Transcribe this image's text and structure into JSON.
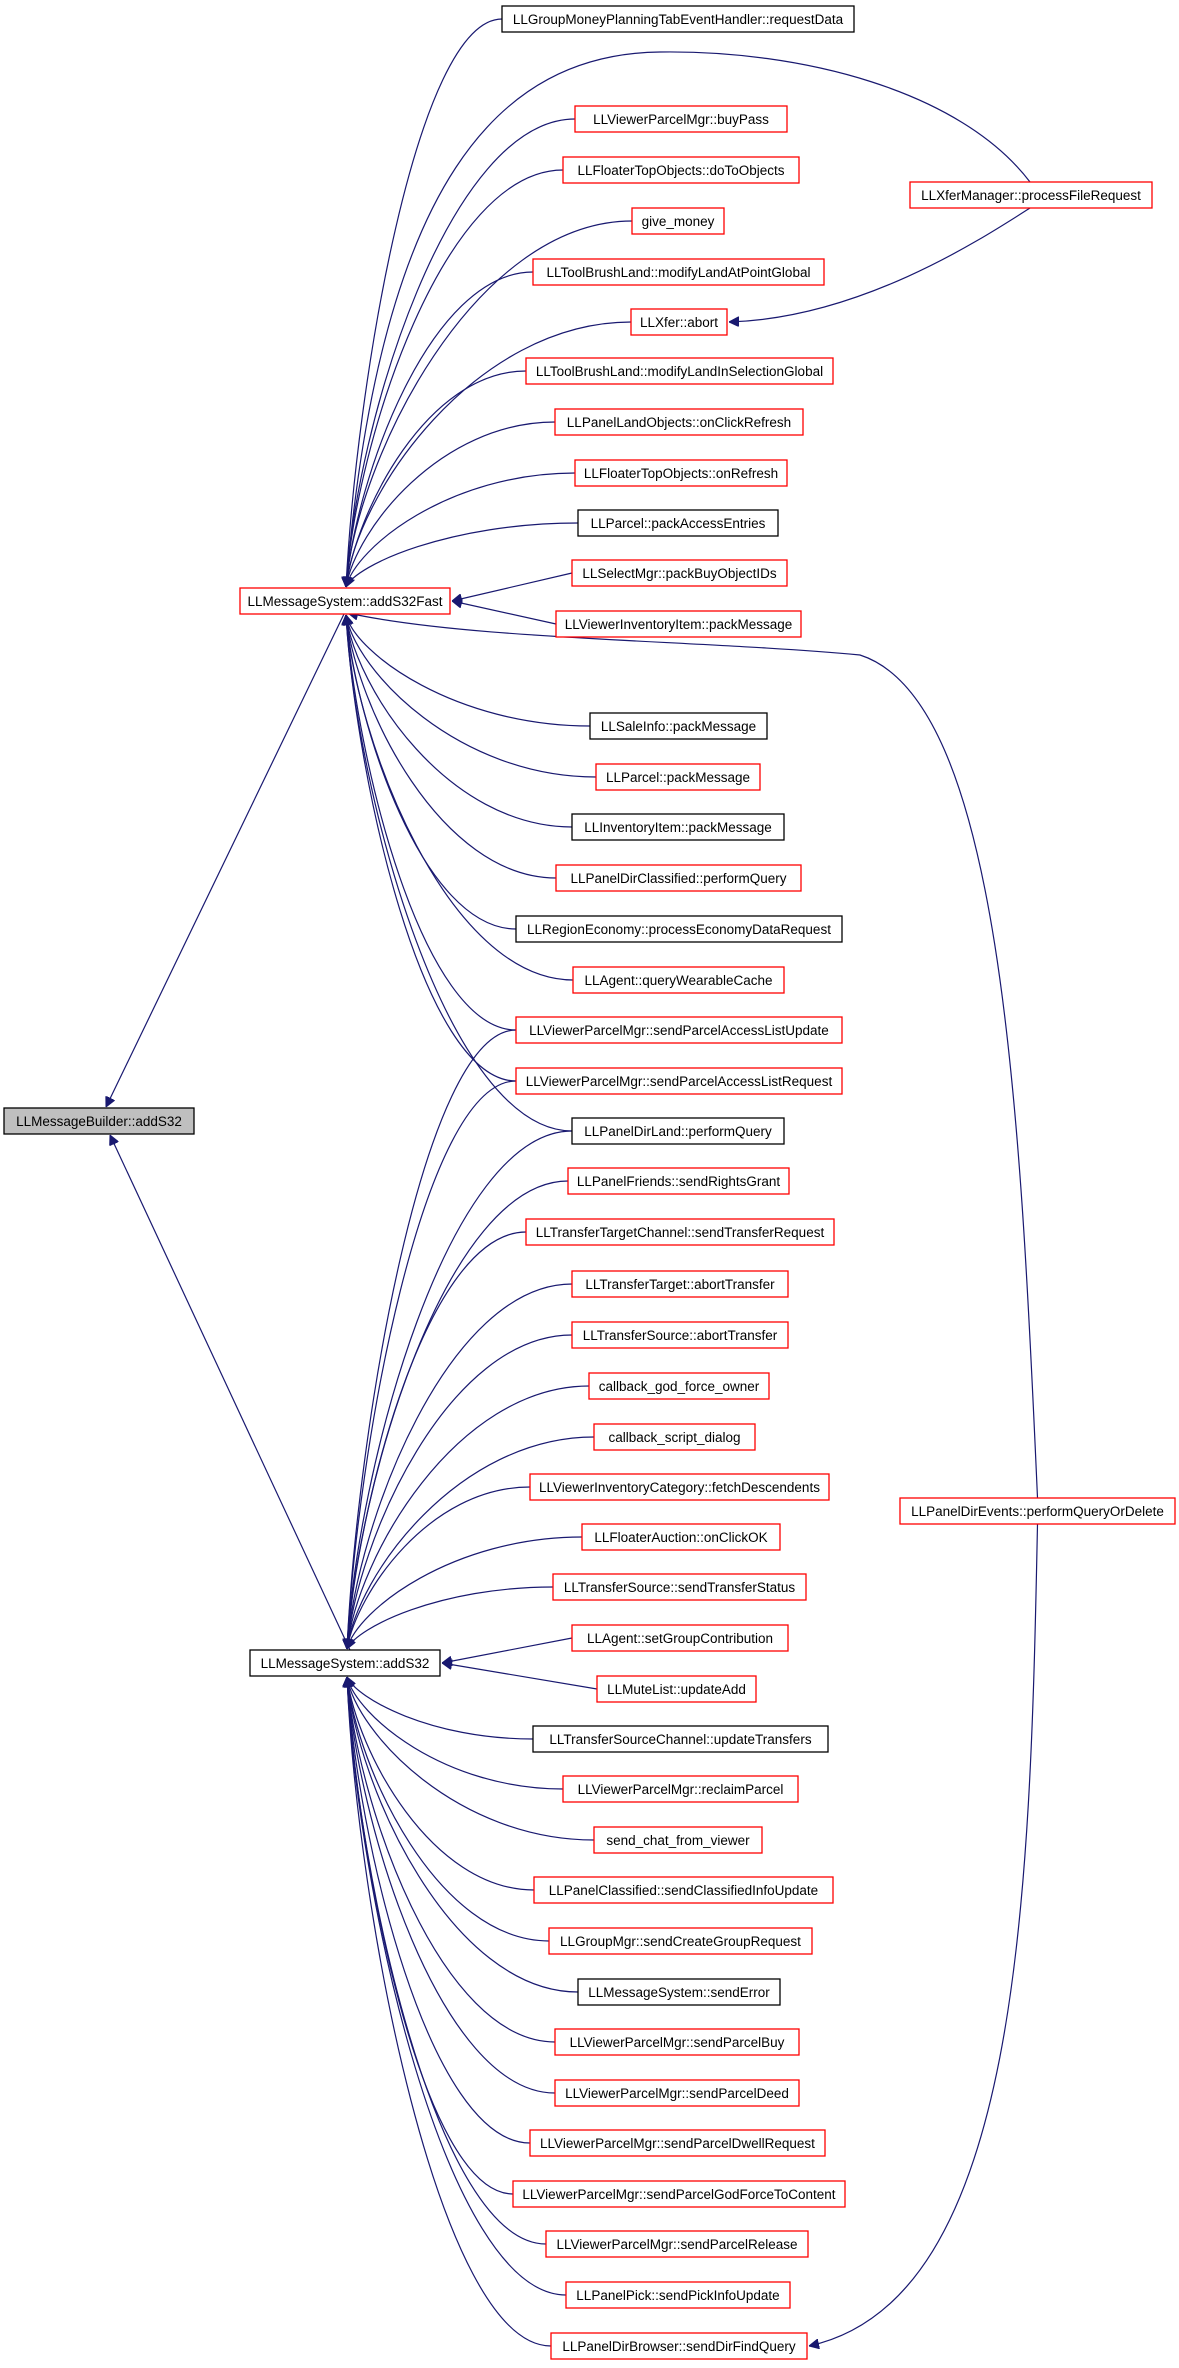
{
  "colors": {
    "edge": "#191970",
    "border_red": "#ff0000",
    "border_black": "#000000",
    "root_fill": "#bfbfbf",
    "node_fill": "#ffffff"
  },
  "nodes": [
    {
      "id": "root",
      "label": "LLMessageBuilder::addS32",
      "border": "black",
      "fill": "gray"
    },
    {
      "id": "fast",
      "label": "LLMessageSystem::addS32Fast",
      "border": "red"
    },
    {
      "id": "s32",
      "label": "LLMessageSystem::addS32",
      "border": "black"
    },
    {
      "id": "xfermgr",
      "label": "LLXferManager::processFileRequest",
      "border": "red"
    },
    {
      "id": "direvents",
      "label": "LLPanelDirEvents::performQueryOrDelete",
      "border": "red"
    },
    {
      "id": "n1",
      "label": "LLGroupMoneyPlanningTabEventHandler::requestData",
      "border": "black"
    },
    {
      "id": "n2",
      "label": "LLViewerParcelMgr::buyPass",
      "border": "red"
    },
    {
      "id": "n3",
      "label": "LLFloaterTopObjects::doToObjects",
      "border": "red"
    },
    {
      "id": "n4",
      "label": "give_money",
      "border": "red"
    },
    {
      "id": "n5",
      "label": "LLToolBrushLand::modifyLandAtPointGlobal",
      "border": "red"
    },
    {
      "id": "n6",
      "label": "LLXfer::abort",
      "border": "red"
    },
    {
      "id": "n7",
      "label": "LLToolBrushLand::modifyLandInSelectionGlobal",
      "border": "red"
    },
    {
      "id": "n8",
      "label": "LLPanelLandObjects::onClickRefresh",
      "border": "red"
    },
    {
      "id": "n9",
      "label": "LLFloaterTopObjects::onRefresh",
      "border": "red"
    },
    {
      "id": "n10",
      "label": "LLParcel::packAccessEntries",
      "border": "black"
    },
    {
      "id": "n11",
      "label": "LLSelectMgr::packBuyObjectIDs",
      "border": "red"
    },
    {
      "id": "n12",
      "label": "LLViewerInventoryItem::packMessage",
      "border": "red"
    },
    {
      "id": "n13",
      "label": "LLSaleInfo::packMessage",
      "border": "black"
    },
    {
      "id": "n14",
      "label": "LLParcel::packMessage",
      "border": "red"
    },
    {
      "id": "n15",
      "label": "LLInventoryItem::packMessage",
      "border": "black"
    },
    {
      "id": "n16",
      "label": "LLPanelDirClassified::performQuery",
      "border": "red"
    },
    {
      "id": "n17",
      "label": "LLRegionEconomy::processEconomyDataRequest",
      "border": "black"
    },
    {
      "id": "n18",
      "label": "LLAgent::queryWearableCache",
      "border": "red"
    },
    {
      "id": "n19",
      "label": "LLViewerParcelMgr::sendParcelAccessListUpdate",
      "border": "red"
    },
    {
      "id": "n20",
      "label": "LLViewerParcelMgr::sendParcelAccessListRequest",
      "border": "red"
    },
    {
      "id": "n21",
      "label": "LLPanelDirLand::performQuery",
      "border": "black"
    },
    {
      "id": "n22",
      "label": "LLPanelFriends::sendRightsGrant",
      "border": "red"
    },
    {
      "id": "n23",
      "label": "LLTransferTargetChannel::sendTransferRequest",
      "border": "red"
    },
    {
      "id": "n24",
      "label": "LLTransferTarget::abortTransfer",
      "border": "red"
    },
    {
      "id": "n25",
      "label": "LLTransferSource::abortTransfer",
      "border": "red"
    },
    {
      "id": "n26",
      "label": "callback_god_force_owner",
      "border": "red"
    },
    {
      "id": "n27",
      "label": "callback_script_dialog",
      "border": "red"
    },
    {
      "id": "n28",
      "label": "LLViewerInventoryCategory::fetchDescendents",
      "border": "red"
    },
    {
      "id": "n29",
      "label": "LLFloaterAuction::onClickOK",
      "border": "red"
    },
    {
      "id": "n30",
      "label": "LLTransferSource::sendTransferStatus",
      "border": "red"
    },
    {
      "id": "n31",
      "label": "LLAgent::setGroupContribution",
      "border": "red"
    },
    {
      "id": "n32",
      "label": "LLMuteList::updateAdd",
      "border": "red"
    },
    {
      "id": "n33",
      "label": "LLTransferSourceChannel::updateTransfers",
      "border": "black"
    },
    {
      "id": "n34",
      "label": "LLViewerParcelMgr::reclaimParcel",
      "border": "red"
    },
    {
      "id": "n35",
      "label": "send_chat_from_viewer",
      "border": "red"
    },
    {
      "id": "n36",
      "label": "LLPanelClassified::sendClassifiedInfoUpdate",
      "border": "red"
    },
    {
      "id": "n37",
      "label": "LLGroupMgr::sendCreateGroupRequest",
      "border": "red"
    },
    {
      "id": "n38",
      "label": "LLMessageSystem::sendError",
      "border": "black"
    },
    {
      "id": "n39",
      "label": "LLViewerParcelMgr::sendParcelBuy",
      "border": "red"
    },
    {
      "id": "n40",
      "label": "LLViewerParcelMgr::sendParcelDeed",
      "border": "red"
    },
    {
      "id": "n41",
      "label": "LLViewerParcelMgr::sendParcelDwellRequest",
      "border": "red"
    },
    {
      "id": "n42",
      "label": "LLViewerParcelMgr::sendParcelGodForceToContent",
      "border": "red"
    },
    {
      "id": "n43",
      "label": "LLViewerParcelMgr::sendParcelRelease",
      "border": "red"
    },
    {
      "id": "n44",
      "label": "LLPanelPick::sendPickInfoUpdate",
      "border": "red"
    },
    {
      "id": "n45",
      "label": "LLPanelDirBrowser::sendDirFindQuery",
      "border": "red"
    }
  ],
  "edges": [
    [
      "fast",
      "root"
    ],
    [
      "s32",
      "root"
    ],
    [
      "n1",
      "fast"
    ],
    [
      "xfermgr",
      "fast"
    ],
    [
      "n2",
      "fast"
    ],
    [
      "n3",
      "fast"
    ],
    [
      "n4",
      "fast"
    ],
    [
      "n5",
      "fast"
    ],
    [
      "n6",
      "fast"
    ],
    [
      "n7",
      "fast"
    ],
    [
      "n8",
      "fast"
    ],
    [
      "n9",
      "fast"
    ],
    [
      "n10",
      "fast"
    ],
    [
      "n11",
      "fast"
    ],
    [
      "n12",
      "fast"
    ],
    [
      "direvents",
      "fast"
    ],
    [
      "n13",
      "fast"
    ],
    [
      "n14",
      "fast"
    ],
    [
      "n15",
      "fast"
    ],
    [
      "n16",
      "fast"
    ],
    [
      "n17",
      "fast"
    ],
    [
      "n18",
      "fast"
    ],
    [
      "n19",
      "fast"
    ],
    [
      "n20",
      "fast"
    ],
    [
      "n21",
      "fast"
    ],
    [
      "xfermgr",
      "n6"
    ],
    [
      "direvents",
      "n45"
    ],
    [
      "n19",
      "s32"
    ],
    [
      "n20",
      "s32"
    ],
    [
      "n21",
      "s32"
    ],
    [
      "n22",
      "s32"
    ],
    [
      "n23",
      "s32"
    ],
    [
      "n24",
      "s32"
    ],
    [
      "n25",
      "s32"
    ],
    [
      "n26",
      "s32"
    ],
    [
      "n27",
      "s32"
    ],
    [
      "n28",
      "s32"
    ],
    [
      "n29",
      "s32"
    ],
    [
      "n30",
      "s32"
    ],
    [
      "n31",
      "s32"
    ],
    [
      "n32",
      "s32"
    ],
    [
      "n33",
      "s32"
    ],
    [
      "n34",
      "s32"
    ],
    [
      "n35",
      "s32"
    ],
    [
      "n36",
      "s32"
    ],
    [
      "n37",
      "s32"
    ],
    [
      "n38",
      "s32"
    ],
    [
      "n39",
      "s32"
    ],
    [
      "n40",
      "s32"
    ],
    [
      "n41",
      "s32"
    ],
    [
      "n42",
      "s32"
    ],
    [
      "n43",
      "s32"
    ],
    [
      "n44",
      "s32"
    ],
    [
      "n45",
      "s32"
    ]
  ]
}
